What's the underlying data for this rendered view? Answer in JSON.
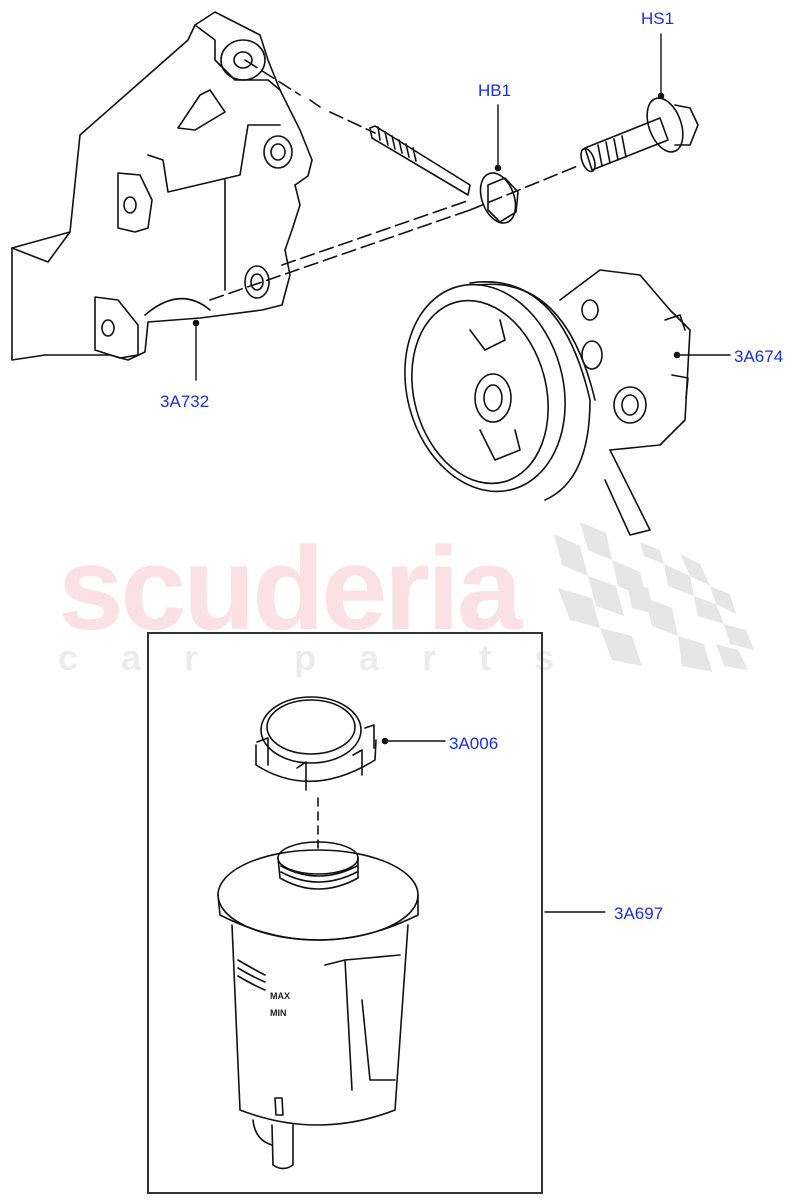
{
  "diagram": {
    "type": "parts-exploded-view",
    "callouts": [
      {
        "id": "HS1",
        "label": "HS1"
      },
      {
        "id": "HB1",
        "label": "HB1"
      },
      {
        "id": "3A732",
        "label": "3A732"
      },
      {
        "id": "3A674",
        "label": "3A674"
      },
      {
        "id": "3A006",
        "label": "3A006"
      },
      {
        "id": "3A697",
        "label": "3A697"
      }
    ],
    "reservoir_markings": {
      "max": "MAX",
      "min": "MIN"
    },
    "colors": {
      "callout": "#1a2ee6",
      "line": "#111111",
      "watermark_red": "#fbe1e3",
      "watermark_grey": "#ececec"
    }
  },
  "watermark": {
    "brand": "scuderia",
    "tagline": "car parts"
  }
}
